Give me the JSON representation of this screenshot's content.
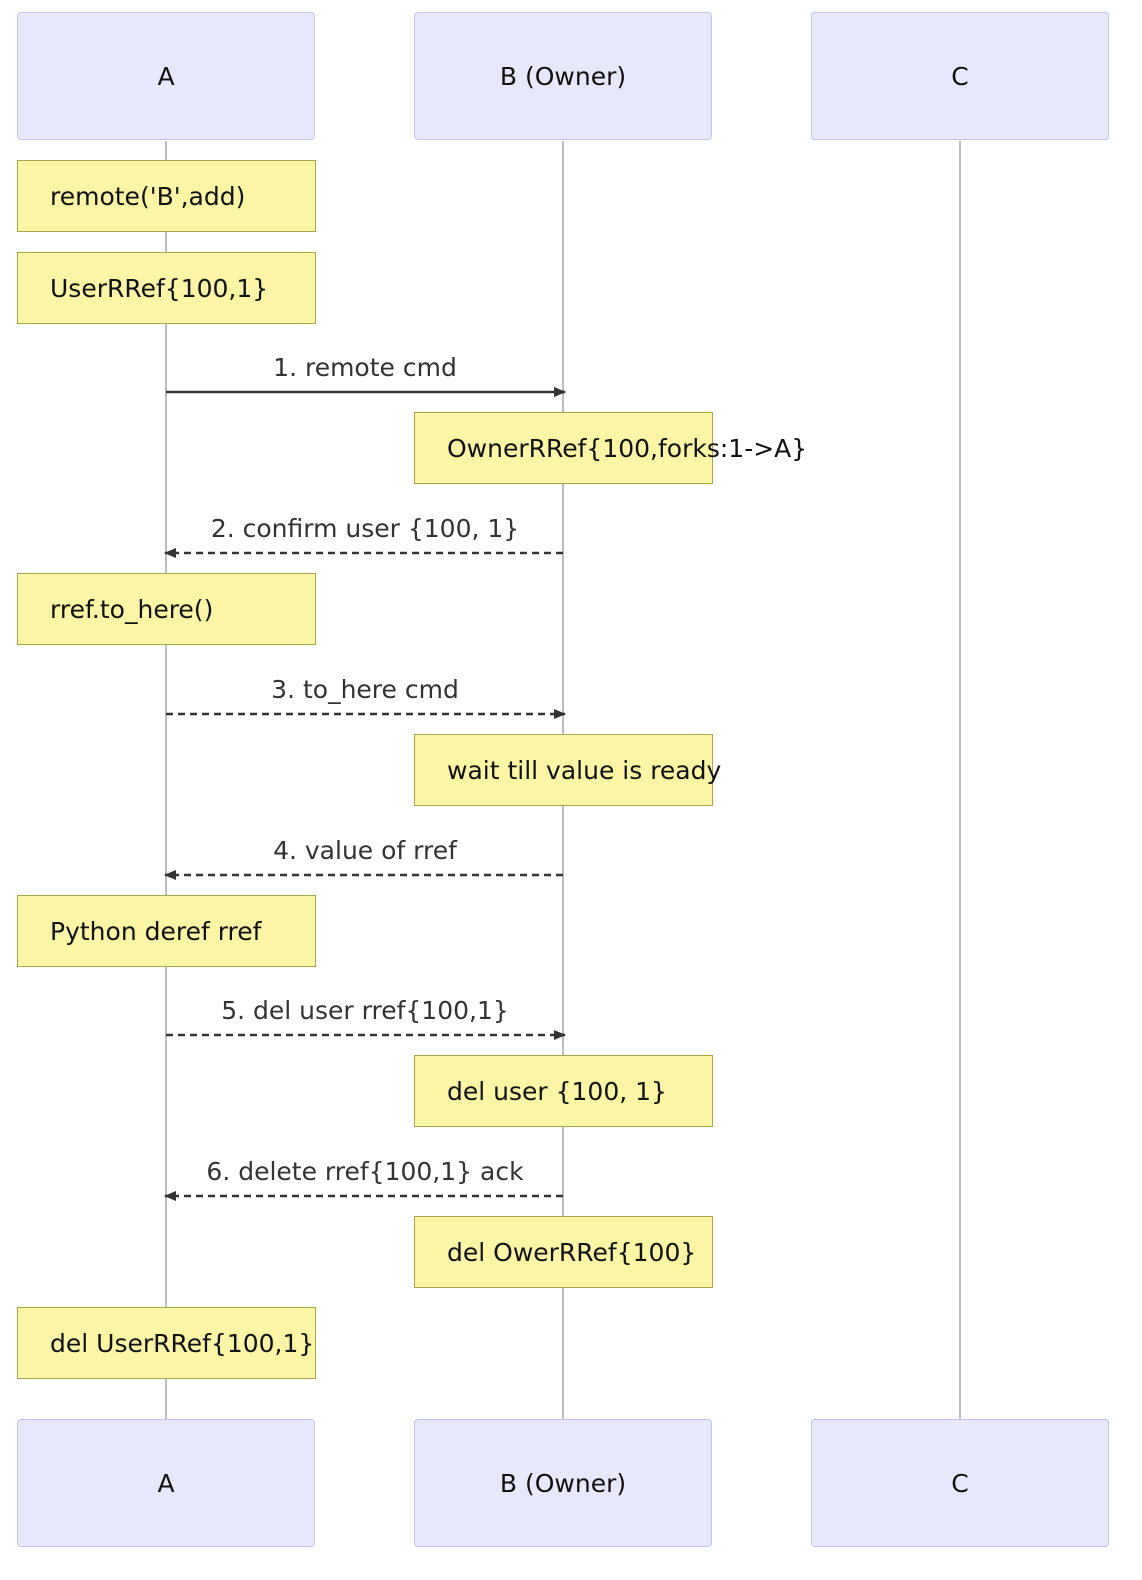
{
  "actors": {
    "a": "A",
    "b": "B (Owner)",
    "c": "C"
  },
  "notes": {
    "n1": "remote('B',add)",
    "n2": "UserRRef{100,1}",
    "n3": "OwnerRRef{100,forks:1->A}",
    "n4": "rref.to_here()",
    "n5": "wait till value is ready",
    "n6": "Python deref rref",
    "n7": "del user {100, 1}",
    "n8": "del OwerRRef{100}",
    "n9": "del UserRRef{100,1}"
  },
  "messages": {
    "m1": "1. remote cmd",
    "m2": "2. confirm user {100, 1}",
    "m3": "3. to_here cmd",
    "m4": "4. value of rref",
    "m5": "5. del user rref{100,1}",
    "m6": "6. delete rref{100,1} ack"
  },
  "colors": {
    "actor_fill": "#e8e8fb",
    "actor_border": "#c3c3ee",
    "note_fill": "#fbf5a6",
    "note_border": "#a8a84b",
    "arrow": "#333333",
    "lifeline": "#bdbdbd"
  }
}
